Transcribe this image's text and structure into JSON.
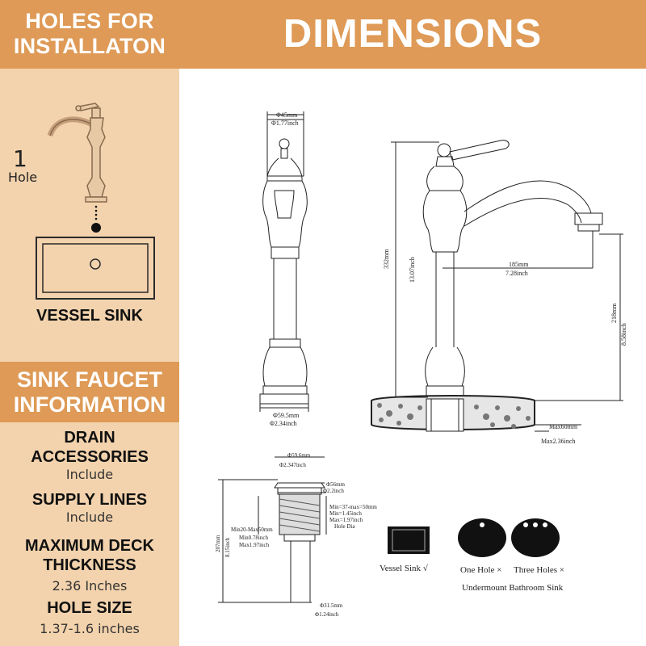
{
  "left_panel": {
    "holes_header_line1": "HOLES FOR",
    "holes_header_line2": "INSTALLATON",
    "hole_count": "1",
    "hole_label": "Hole",
    "vessel_label": "VESSEL SINK",
    "info_header_line1": "SINK FAUCET",
    "info_header_line2": "INFORMATION",
    "drain_line1": "DRAIN",
    "drain_line2": "ACCESSORIES",
    "drain_value": "Include",
    "supply_label": "SUPPLY LINES",
    "supply_value": "Include",
    "deck_line1": "MAXIMUM DECK",
    "deck_line2": "THICKNESS",
    "deck_value": "2.36 Inches",
    "hole_size_label": "HOLE SIZE",
    "hole_size_value": "1.37-1.6 inches"
  },
  "title": "DIMENSIONS",
  "front_view": {
    "top_mm": "Φ45mm",
    "top_in": "Φ1.77inch",
    "base_mm": "Φ59.5mm",
    "base_in": "Φ2.34inch"
  },
  "side_view": {
    "height_mm": "332mm",
    "height_in": "13.07inch",
    "reach_mm": "185mm",
    "reach_in": "7.28inch",
    "spout_mm": "218mm",
    "spout_in": "8.58inch",
    "deck_mm": "Max60mm",
    "deck_in": "Max2.36inch"
  },
  "drain": {
    "top_mm": "Φ59.6mm",
    "top_in": "Φ2.347inch",
    "neck_mm": "Φ56mm",
    "neck_in": "Φ2.2inch",
    "range_right_1": "Min=37-max=50mm",
    "range_right_2": "Min=1.45inch",
    "range_right_3": "Max=1.97inch",
    "range_right_4": "Hole Dia",
    "range_left_1": "Min20-Max50mm",
    "range_left_2": "Min0.78inch",
    "range_left_3": "Max1.97inch",
    "height_mm": "207mm",
    "height_in": "8.15inch",
    "bottom_mm": "Φ31.5mm",
    "bottom_in": "Φ1.24inch"
  },
  "compat": {
    "vessel": "Vessel Sink √",
    "one_hole": "One Hole ×",
    "three_holes": "Three Holes ×",
    "undermount": "Undermount Bathroom Sink"
  }
}
